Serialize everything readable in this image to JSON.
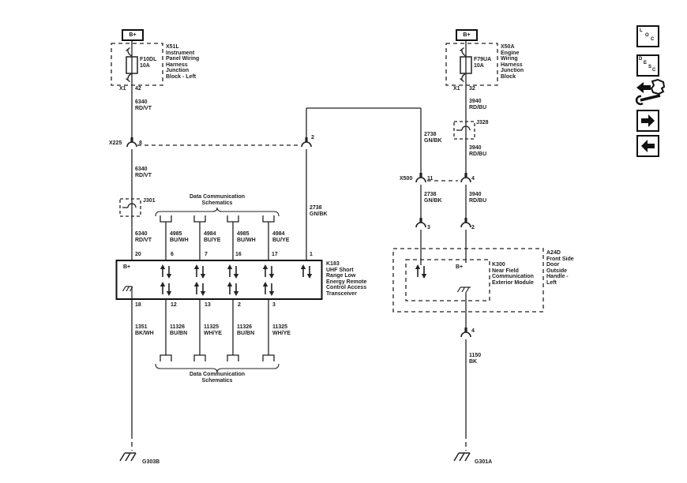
{
  "power_left": {
    "b_plus": "B+",
    "fuse": "F10DL\n10A",
    "block": "X51L\nInstrument\nPanel Wiring\nHarness\nJunction\nBlock - Left",
    "conn": "X1",
    "pin": "42"
  },
  "power_right": {
    "b_plus": "B+",
    "fuse": "F79UA\n10A",
    "block": "X50A\nEngine\nWiring\nHarness\nJunction\nBlock",
    "conn": "X1",
    "pin": "32"
  },
  "wires": {
    "rd_vt": "6340\nRD/VT",
    "rd_bu": "3940\nRD/BU",
    "gn_bk": "2738\nGN/BK",
    "bu_wh": "4985\nBU/WH",
    "bu_ye": "4984\nBU/YE",
    "bk_wh": "1351\nBK/WH",
    "bu_bn": "11326\nBU/BN",
    "wh_ye": "11325\nWH/YE",
    "bk": "1150\nBK"
  },
  "splices": {
    "j301": "J301",
    "j328": "J328"
  },
  "connectors": {
    "x225": "X225",
    "x225_left_pin": "8",
    "x225_right_pin": "2",
    "x500": "X500",
    "x500_left_pin": "11",
    "x500_right_pin": "4",
    "door_left_pin": "3",
    "door_right_pin": "2",
    "handle_pin": "4"
  },
  "k183": {
    "name": "K183\nUHF Short\nRange Low\nEnergy Remote\nControl Access\nTransceiver",
    "b_plus": "B+",
    "pins_top": [
      "20",
      "6",
      "7",
      "16",
      "17",
      "1"
    ],
    "pins_bottom": [
      "18",
      "12",
      "13",
      "2",
      "3"
    ]
  },
  "k300": {
    "name": "K300\nNear Field\nCommunication\nExterior Module",
    "b_plus": "B+"
  },
  "a24d": {
    "name": "A24D\nFront Side\nDoor\nOutside\nHandle -\nLeft"
  },
  "data_comm": {
    "label": "Data Communication\nSchematics"
  },
  "grounds": {
    "left": "G303B",
    "right": "G301A"
  },
  "sidebar": {
    "loc": [
      "L",
      "O",
      "C"
    ],
    "desc": [
      "D",
      "E",
      "S",
      "C"
    ]
  }
}
